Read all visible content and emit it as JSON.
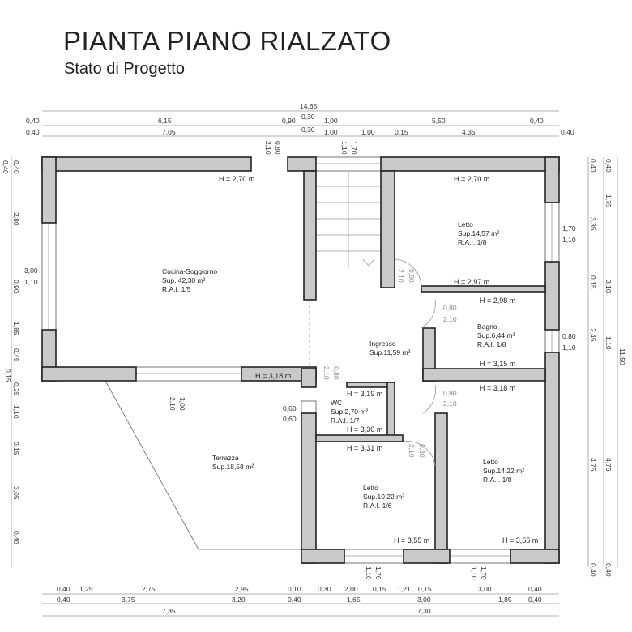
{
  "title": "PIANTA PIANO RIALZATO",
  "subtitle": "Stato di Progetto",
  "dims_top": {
    "total": "14,65",
    "row1": [
      "0,40",
      "6,15",
      "0,90",
      "0,30",
      "1,00",
      "5,50",
      "0,40"
    ],
    "row2": [
      "0,40",
      "7,05",
      "0,30",
      "1,00",
      "1,00",
      "0,15",
      "4,35",
      "0,40"
    ]
  },
  "dims_bottom": {
    "row1": [
      "0,40",
      "1,25",
      "2,75",
      "2,95",
      "0,10",
      "0,30",
      "2,00",
      "0,15",
      "1,21",
      "0,15",
      "3,00",
      "0,40"
    ],
    "row2": [
      "0,40",
      "3,75",
      "3,20",
      "0,40",
      "1,65",
      "3,00",
      "1,85",
      "0,40"
    ],
    "row3": [
      "7,35",
      "7,30"
    ]
  },
  "dims_left": [
    "0,40",
    "0,40",
    "2,80",
    "0,90",
    "1,85",
    "0,45",
    "0,15",
    "0,25",
    "1,10",
    "0,15",
    "3,05",
    "0,40"
  ],
  "dims_right": {
    "col1": [
      "0,40",
      "3,35",
      "0,15",
      "2,45",
      "4,75",
      "0,40"
    ],
    "col2": [
      "0,40",
      "1,75",
      "3,10",
      "1,10",
      "4,75",
      "0,40"
    ],
    "total": "11,50"
  },
  "openings": {
    "top_door": [
      "2,10",
      "0,80"
    ],
    "top_window": [
      "1,10",
      "1,70"
    ],
    "left_window": [
      "3,00",
      "1,10"
    ],
    "right_window1": [
      "1,70",
      "1,10"
    ],
    "right_window2": [
      "0,80",
      "1,10"
    ],
    "cucina_door": [
      "3,00",
      "2,10"
    ],
    "wc_window": [
      "0,60",
      "0,60"
    ],
    "stair_door": [
      "2,10",
      "0,80"
    ],
    "bagno_door": [
      "0,80",
      "2,10"
    ],
    "letto2_door": [
      "0,80",
      "2,10"
    ],
    "ingresso_door": [
      "2,10",
      "0,80"
    ],
    "letto3_door": [
      "2,10",
      "0,80"
    ],
    "bottom_window1": [
      "1,10",
      "1,70"
    ],
    "bottom_window2": [
      "1,10",
      "1,70"
    ]
  },
  "rooms": {
    "cucina": {
      "name": "Cucina-Soggiorno",
      "sup": "Sup. 42,30 m²",
      "rai": "R.A.I. 1/5",
      "h": "H = 2,70 m",
      "h2": "H = 3,18 m"
    },
    "letto1": {
      "name": "Letto",
      "sup": "Sup.14,57 m²",
      "rai": "R.A.I. 1/8",
      "h": "H = 2,70 m",
      "h2": "H = 2,97 m"
    },
    "bagno": {
      "name": "Bagno",
      "sup": "Sup.6,44 m²",
      "rai": "R.A.I. 1/8",
      "h": "H = 2,98 m",
      "h2": "H = 3,15 m"
    },
    "ingresso": {
      "name": "Ingresso",
      "sup": "Sup.11,59 m²"
    },
    "wc": {
      "name": "WC",
      "sup": "Sup.2,70 m²",
      "rai": "R.A.I. 1/7",
      "h": "H = 3,19 m",
      "h2": "H = 3,30 m"
    },
    "letto2": {
      "name": "Letto",
      "sup": "Sup.14,22 m²",
      "rai": "R.A.I. 1/8",
      "h": "H = 3,18 m",
      "h2": "H = 3,55 m"
    },
    "letto3": {
      "name": "Letto",
      "sup": "Sup.10,22 m²",
      "rai": "R.A.I. 1/6",
      "h": "H = 3,31 m",
      "h2": "H = 3,55 m"
    },
    "terrazza": {
      "name": "Terrazza",
      "sup": "Sup.18,58 m²"
    }
  }
}
